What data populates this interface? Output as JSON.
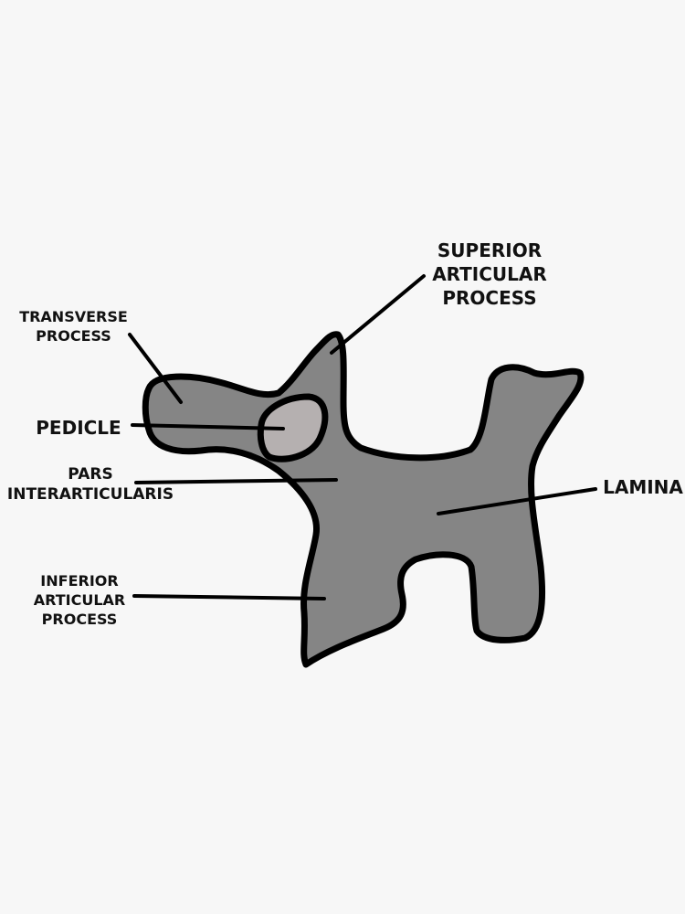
{
  "colors": {
    "background": "#f7f7f7",
    "bone_fill": "#858585",
    "pedicle_fill": "#b5b0b0",
    "outline": "#000000",
    "text": "#111111"
  },
  "labels": {
    "superior_articular_process": [
      "SUPERIOR",
      "ARTICULAR",
      "PROCESS"
    ],
    "transverse_process": [
      "TRANSVERSE",
      "PROCESS"
    ],
    "pedicle": [
      "PEDICLE"
    ],
    "pars_interarticularis": [
      "PARS",
      "INTERARTICULARIS"
    ],
    "inferior_articular_process": [
      "INFERIOR",
      "ARTICULAR",
      "PROCESS"
    ],
    "lamina": [
      "LAMINA"
    ]
  }
}
